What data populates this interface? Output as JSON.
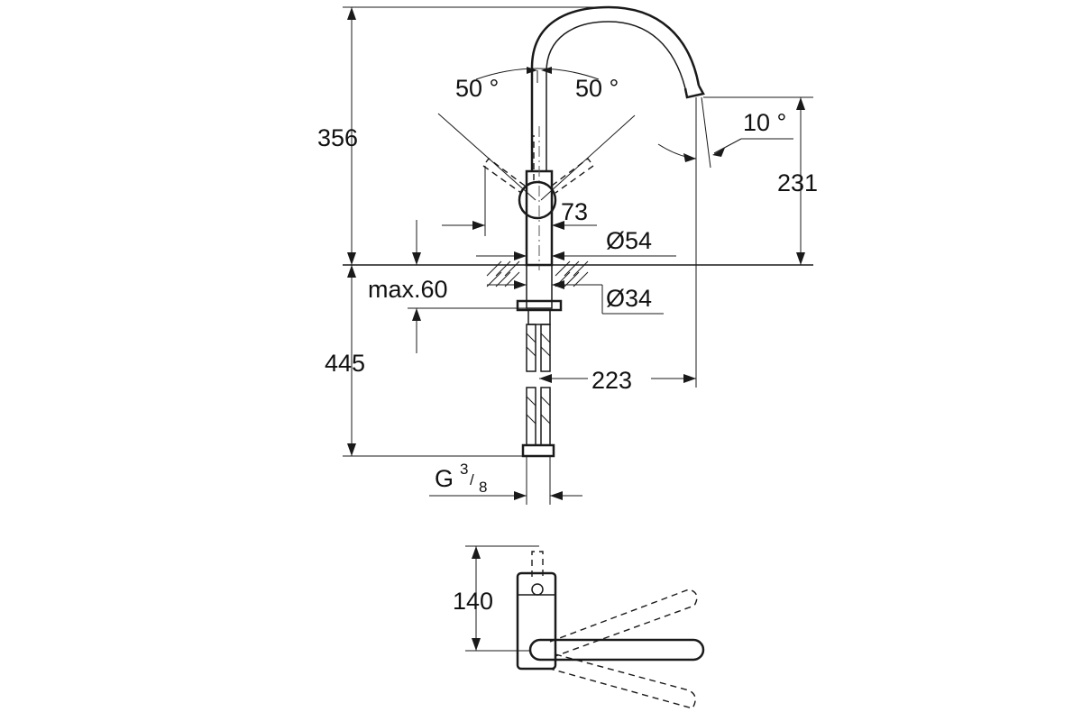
{
  "dimensions": {
    "height_total": "356",
    "angle_left": "50 °",
    "angle_right": "50 °",
    "spout_angle": "10 °",
    "spout_height": "231",
    "lever_offset": "73",
    "base_diameter": "Ø54",
    "mount_thickness": "max.60",
    "shank_diameter": "Ø34",
    "hose_length": "445",
    "reach": "223",
    "thread_base": "G",
    "thread_num": "3",
    "thread_den": "8",
    "plan_depth": "140"
  }
}
